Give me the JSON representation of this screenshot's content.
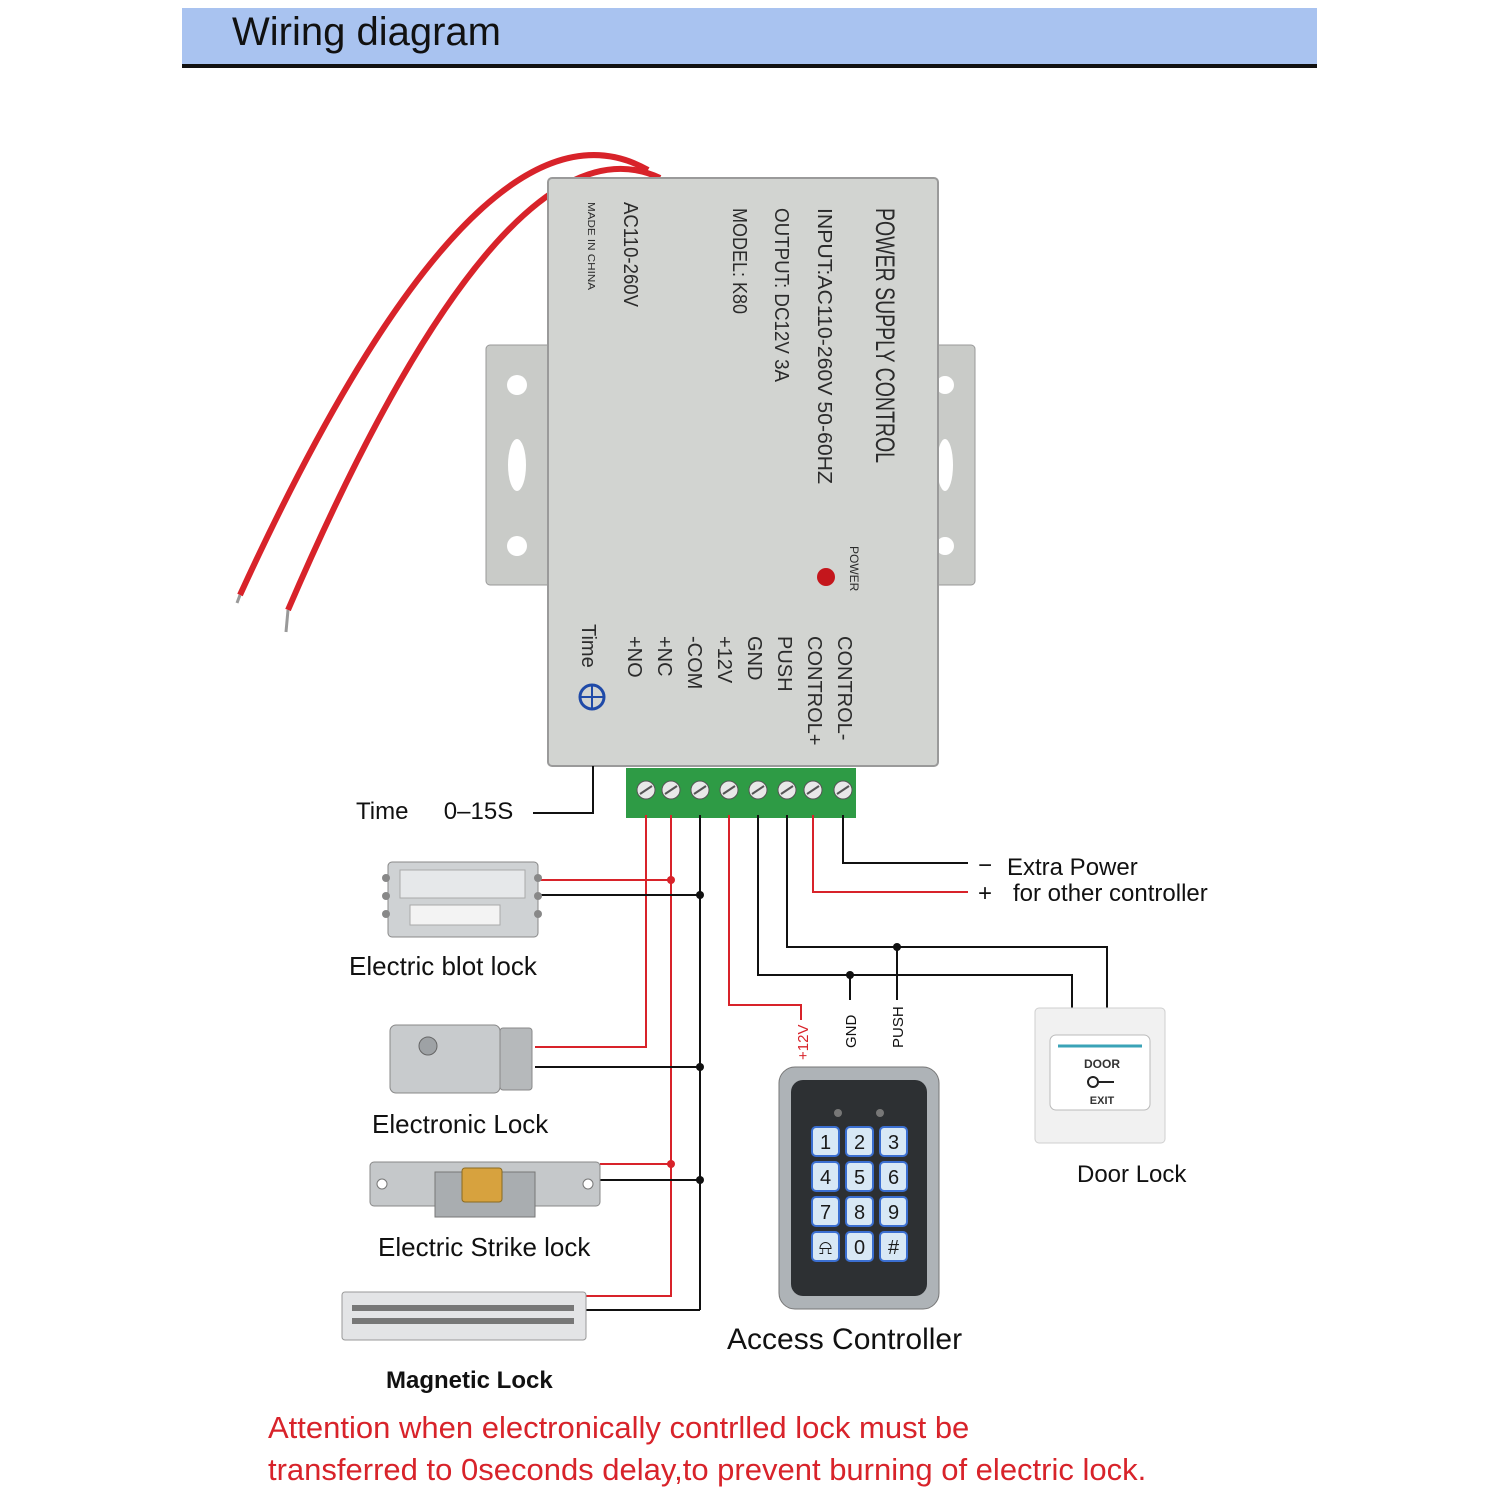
{
  "header": {
    "title": "Wiring diagram"
  },
  "power_supply": {
    "title": "POWER SUPPLY CONTROL",
    "input": "INPUT:AC110-260V 50-60HZ",
    "output": "OUTPUT: DC12V 3A",
    "model": "MODEL: K80",
    "voltage": "AC110-260V",
    "origin": "MADE IN CHINA",
    "power_indicator": "POWER",
    "time_knob": "Time",
    "terminals": [
      "CONTROL-",
      "CONTROL+",
      "PUSH",
      "GND",
      "+12V",
      "-COM",
      "+NC",
      "+NO"
    ]
  },
  "time_label": {
    "name": "Time",
    "value": "0–15S"
  },
  "extra_power": {
    "minus": "−",
    "plus": "+",
    "line1": "Extra Power",
    "line2": "for other controller"
  },
  "locks": [
    {
      "label": "Electric blot lock"
    },
    {
      "label": "Electronic Lock"
    },
    {
      "label": "Electric Strike lock"
    },
    {
      "label": "Magnetic Lock"
    }
  ],
  "access_controller": {
    "label": "Access Controller",
    "pins": [
      "+12V",
      "GND",
      "PUSH"
    ],
    "keys": [
      "1",
      "2",
      "3",
      "4",
      "5",
      "6",
      "7",
      "8",
      "9",
      "⍾",
      "0",
      "#"
    ]
  },
  "door_button": {
    "top": "DOOR",
    "bottom": "EXIT",
    "label": "Door Lock"
  },
  "attention": {
    "line1": "Attention when electronically contrlled lock must be",
    "line2": "transferred to 0seconds delay,to prevent burning of electric lock."
  },
  "colors": {
    "header_bg": "#a9c3f0",
    "wire_red": "#d8232a",
    "wire_black": "#111111",
    "terminal_green": "#2e9b45"
  }
}
